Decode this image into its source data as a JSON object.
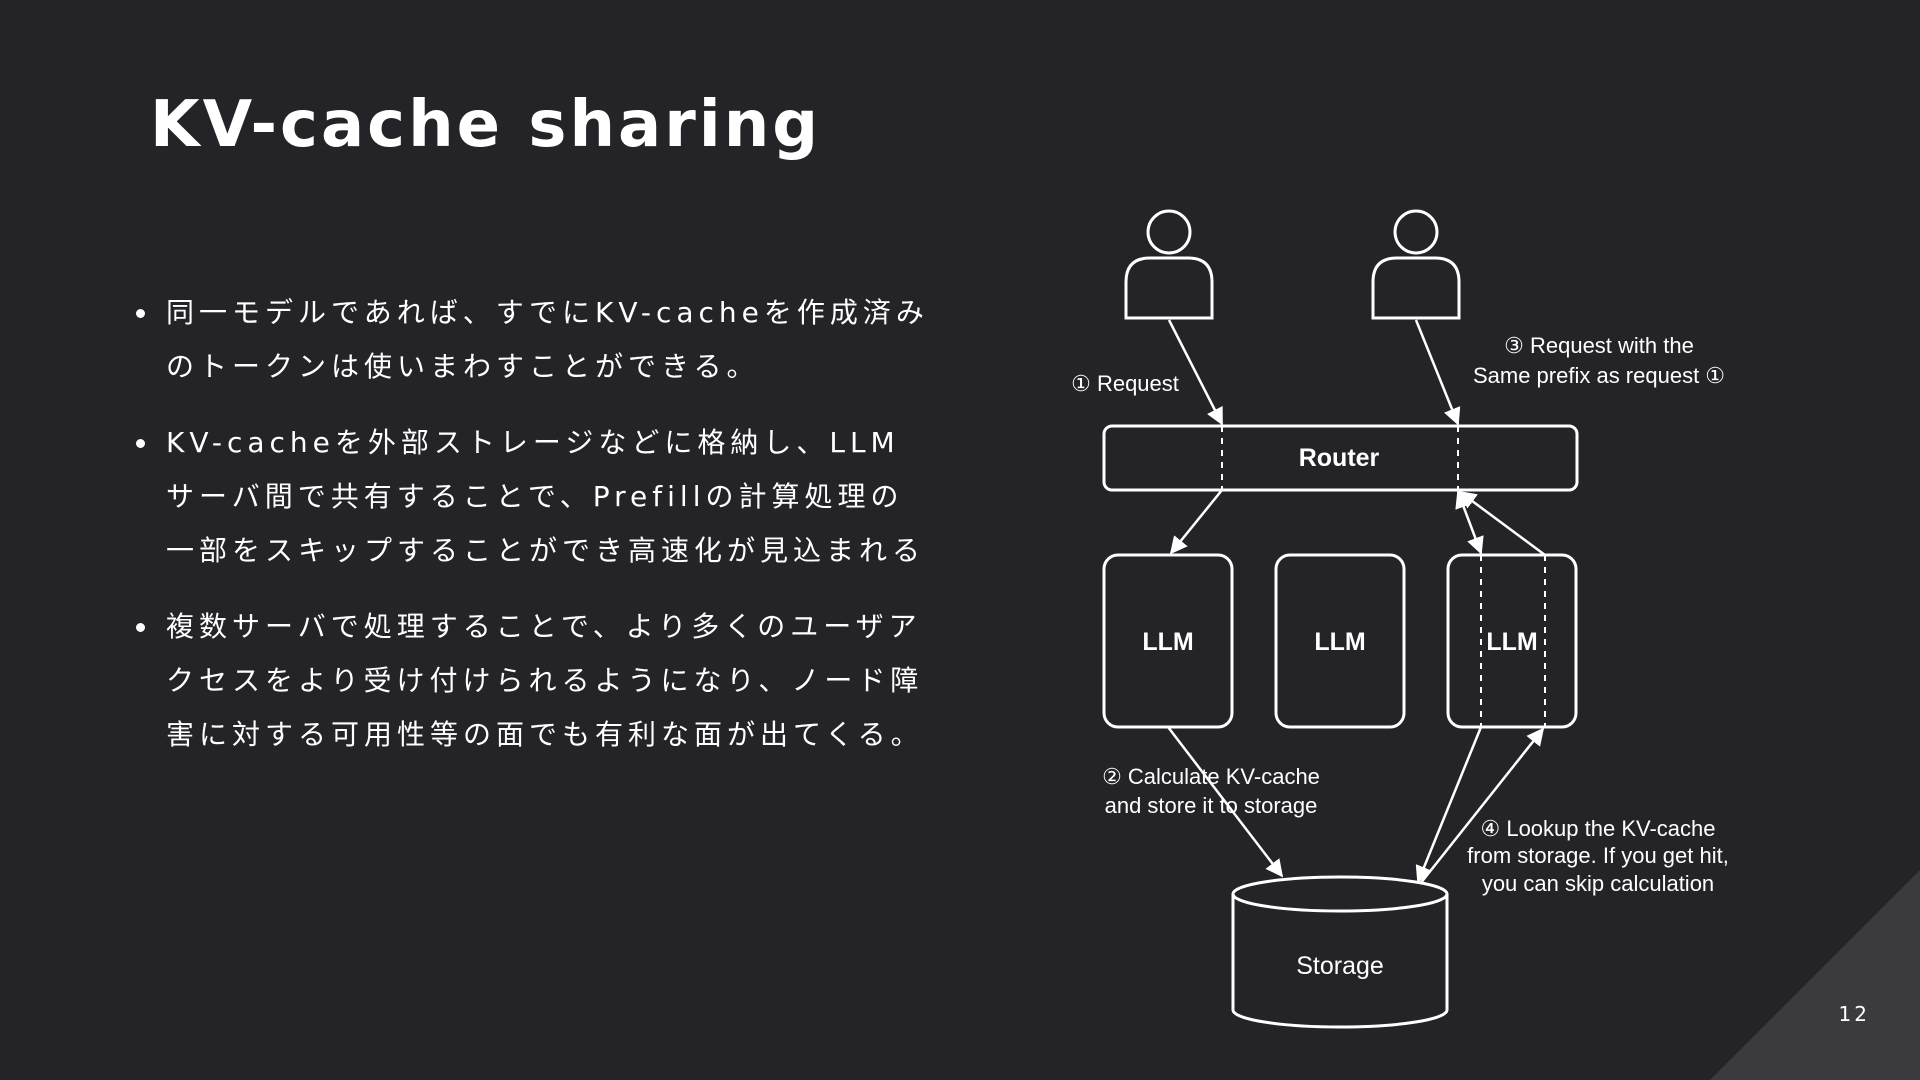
{
  "slide": {
    "title": "KV-cache sharing",
    "page_number": "12"
  },
  "bullets": [
    "同一モデルであれば、すでにKV-cacheを作成済みのトークンは使いまわすことができる。",
    "KV-cacheを外部ストレージなどに格納し、LLMサーバ間で共有することで、Prefillの計算処理の一部をスキップすることができ高速化が見込まれる",
    "複数サーバで処理することで、より多くのユーザアクセスをより受け付けられるようになり、ノード障害に対する可用性等の面でも有利な面が出てくる。"
  ],
  "diagram": {
    "router_label": "Router",
    "llm_label": "LLM",
    "storage_label": "Storage",
    "step1": "① Request",
    "step2": [
      "② Calculate KV-cache",
      "and store it to storage"
    ],
    "step3": [
      "③ Request with the",
      "Same prefix as request ①"
    ],
    "step4": [
      "④ Lookup the KV-cache",
      "from storage. If you get hit,",
      "you can skip calculation"
    ],
    "icons": [
      "user-icon",
      "user-icon"
    ]
  },
  "colors": {
    "background": "#242428",
    "foreground": "#ffffff",
    "corner": "#3a3a3f"
  }
}
